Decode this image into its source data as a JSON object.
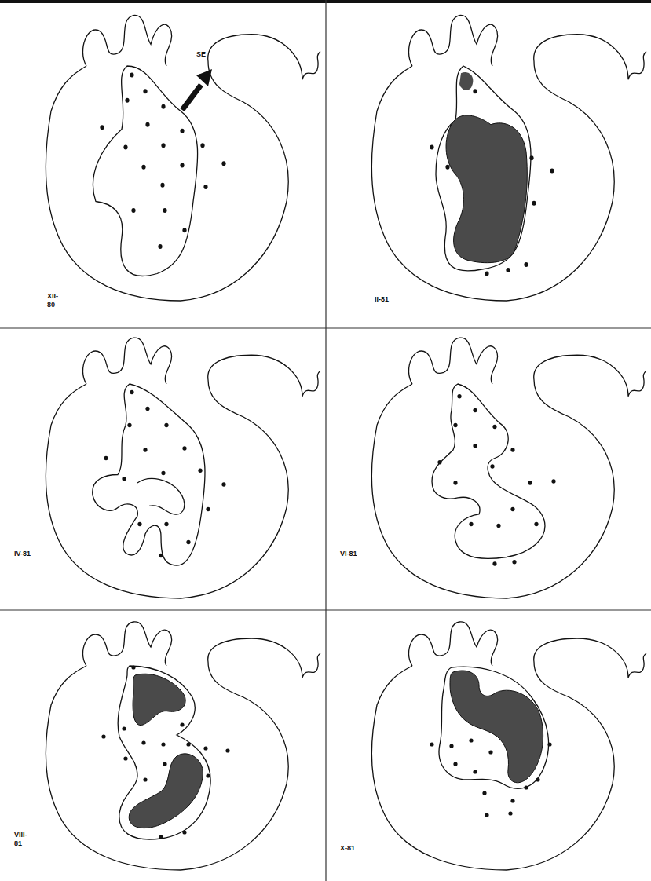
{
  "diagram": {
    "labels": [
      "SE",
      "XII- 80",
      "II-81",
      "IV-81",
      "VI-81",
      "VIII- 81",
      "X-81"
    ]
  }
}
